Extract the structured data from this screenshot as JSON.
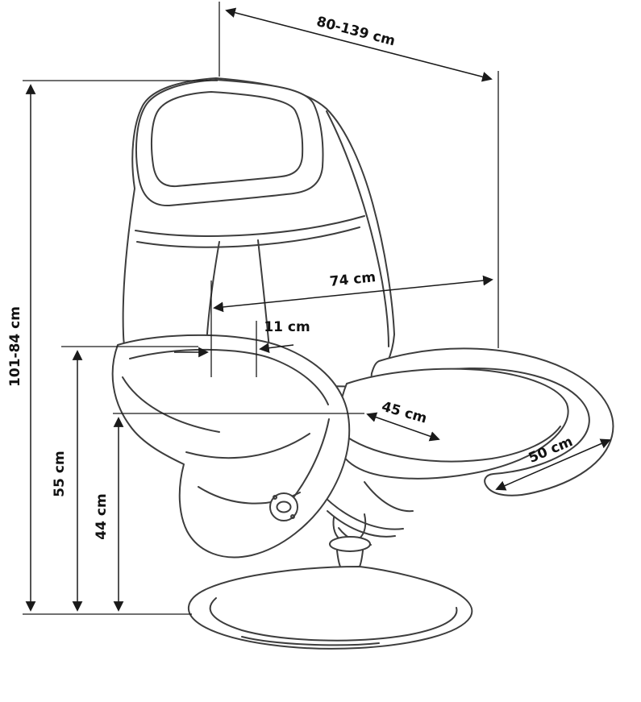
{
  "page": {
    "title": "Reclining armchair dimensional drawing",
    "background_color": "#ffffff",
    "line_color": "#1a1a1a"
  },
  "diagram": {
    "subject": "reclining armchair with pedestal base, three-quarter view line drawing",
    "dimensions": {
      "depth_range": "80-139 cm",
      "height_range": "101-84 cm",
      "overall_width": "74 cm",
      "armrest_thickness": "11 cm",
      "seat_width": "45 cm",
      "seat_depth": "50 cm",
      "armrest_height": "55 cm",
      "seat_height": "44 cm"
    }
  }
}
